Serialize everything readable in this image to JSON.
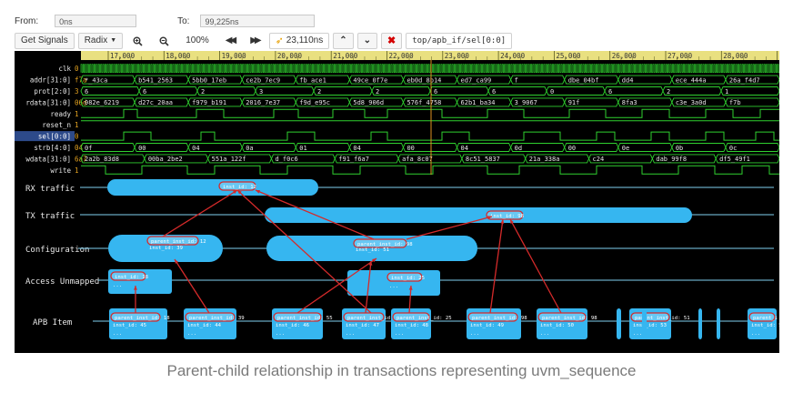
{
  "range": {
    "from_label": "From:",
    "from_value": "0ns",
    "to_label": "To:",
    "to_value": "99,225ns"
  },
  "toolbar": {
    "get_signals": "Get Signals",
    "radix": "Radix",
    "zoom_level": "100%",
    "cursor_time": "23,110ns",
    "scope_path": "top/apb_if/sel[0:0]"
  },
  "timeline": {
    "ticks": [
      "17,000",
      "18,000",
      "19,000",
      "20,000",
      "21,000",
      "22,000",
      "23,000",
      "24,000",
      "25,000",
      "26,000",
      "27,000",
      "28,000",
      "29,0"
    ]
  },
  "signals": [
    {
      "name": "clk",
      "value": "0",
      "segments": []
    },
    {
      "name": "addr[31:0]",
      "value": "f7a",
      "segments": [
        "*_43ca",
        "b541_2563",
        "5bb0_17eb",
        "ce2b_7ec9",
        "fb_ace1",
        "49ce_0f7e",
        "eb0d_8b14",
        "ed7_ca99",
        "f",
        "dbe_04bf",
        "dd4",
        "ece_444a",
        "26a_f4d7"
      ]
    },
    {
      "name": "prot[2:0]",
      "value": "3",
      "segments": [
        "6",
        "6",
        "2",
        "3",
        "2",
        "2",
        "6",
        "6",
        "0",
        "6",
        "2",
        "1"
      ]
    },
    {
      "name": "rdata[31:0]",
      "value": "06d",
      "segments": [
        "082e_6219",
        "d27c_20aa",
        "f979_b191",
        "2016_7e37",
        "f9d_e95c",
        "5d8_906d",
        "576f_4758",
        "62b1_ba34",
        "3_9067",
        "91f",
        "8fa3",
        "c3e_3a0d",
        "f7b"
      ]
    },
    {
      "name": "ready",
      "value": "1",
      "segments": []
    },
    {
      "name": "reset_n",
      "value": "1",
      "segments": []
    },
    {
      "name": "sel[0:0]",
      "value": "0",
      "segments": []
    },
    {
      "name": "strb[4:0]",
      "value": "04",
      "segments": [
        "0f",
        "00",
        "04",
        "0a",
        "01",
        "04",
        "00",
        "04",
        "0d",
        "00",
        "0e",
        "0b",
        "0c"
      ]
    },
    {
      "name": "wdata[31:0]",
      "value": "6a7",
      "segments": [
        "2a2b_83d8",
        "00ba_2be2",
        "551a_122f",
        "d_f0c6",
        "f91_f6a7",
        "afa_8c07",
        "8c51_5837",
        "21a_338a",
        "c24",
        "dab_99f8",
        "df5_49f1"
      ]
    },
    {
      "name": "write",
      "value": "1",
      "segments": []
    }
  ],
  "streams": [
    {
      "name": "RX traffic"
    },
    {
      "name": "TX traffic"
    },
    {
      "name": "Configuration"
    },
    {
      "name": "Access Unmapped"
    },
    {
      "name": "APB Item"
    }
  ],
  "transactions": {
    "rx": [
      "inst_id: 12"
    ],
    "tx": [
      "inst_id: 98"
    ],
    "config": [
      [
        "parent_inst_id: 12",
        "inst_id: 39"
      ],
      [
        "parent_inst_id: 98",
        "inst_id: 51"
      ]
    ],
    "access": [
      "inst_id: 18",
      "inst_id: 25"
    ],
    "apb": [
      [
        "parent_inst_id: 18",
        "inst_id: 45"
      ],
      [
        "parent_inst_id: 39",
        "inst_id: 44"
      ],
      [
        "parent_inst_id: 55",
        "inst_id: 46"
      ],
      [
        "parent_inst_id: 12",
        "inst_id: 47"
      ],
      [
        "parent_inst_id: 25",
        "inst_id: 48"
      ],
      [
        "parent_inst_id: 98",
        "inst_id: 49"
      ],
      [
        "parent_inst_id: 98",
        "inst_id: 50"
      ],
      [
        "parent_inst_id: 51",
        "inst_id: 53"
      ],
      [
        "parent_i",
        "inst_id: 5"
      ]
    ]
  },
  "caption": "Parent-child relationship in transactions representing uvm_sequence"
}
